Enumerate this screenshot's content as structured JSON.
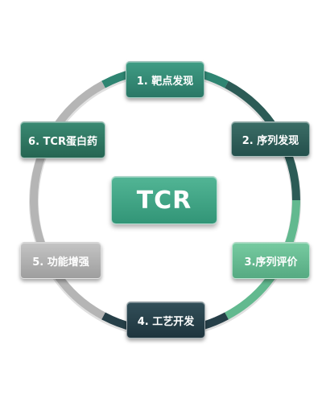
{
  "diagram": {
    "center": {
      "label": "TCR"
    },
    "steps": [
      {
        "label": "1. 靶点发现",
        "color": "#2f8572"
      },
      {
        "label": "2. 序列发现",
        "color": "#2c5b56"
      },
      {
        "label": "3.序列评价",
        "color": "#62b98f"
      },
      {
        "label": "4. 工艺开发",
        "color": "#263f48"
      },
      {
        "label": "5. 功能增强",
        "color": "#ababab"
      },
      {
        "label": "6. TCR蛋白药",
        "color": "#2e7a65"
      }
    ],
    "ring_colors": {
      "teal": "#2f8572",
      "dark_teal": "#2c5b56",
      "light_green": "#62b98f",
      "slate": "#263f48",
      "gray": "#b5b5b5"
    }
  }
}
